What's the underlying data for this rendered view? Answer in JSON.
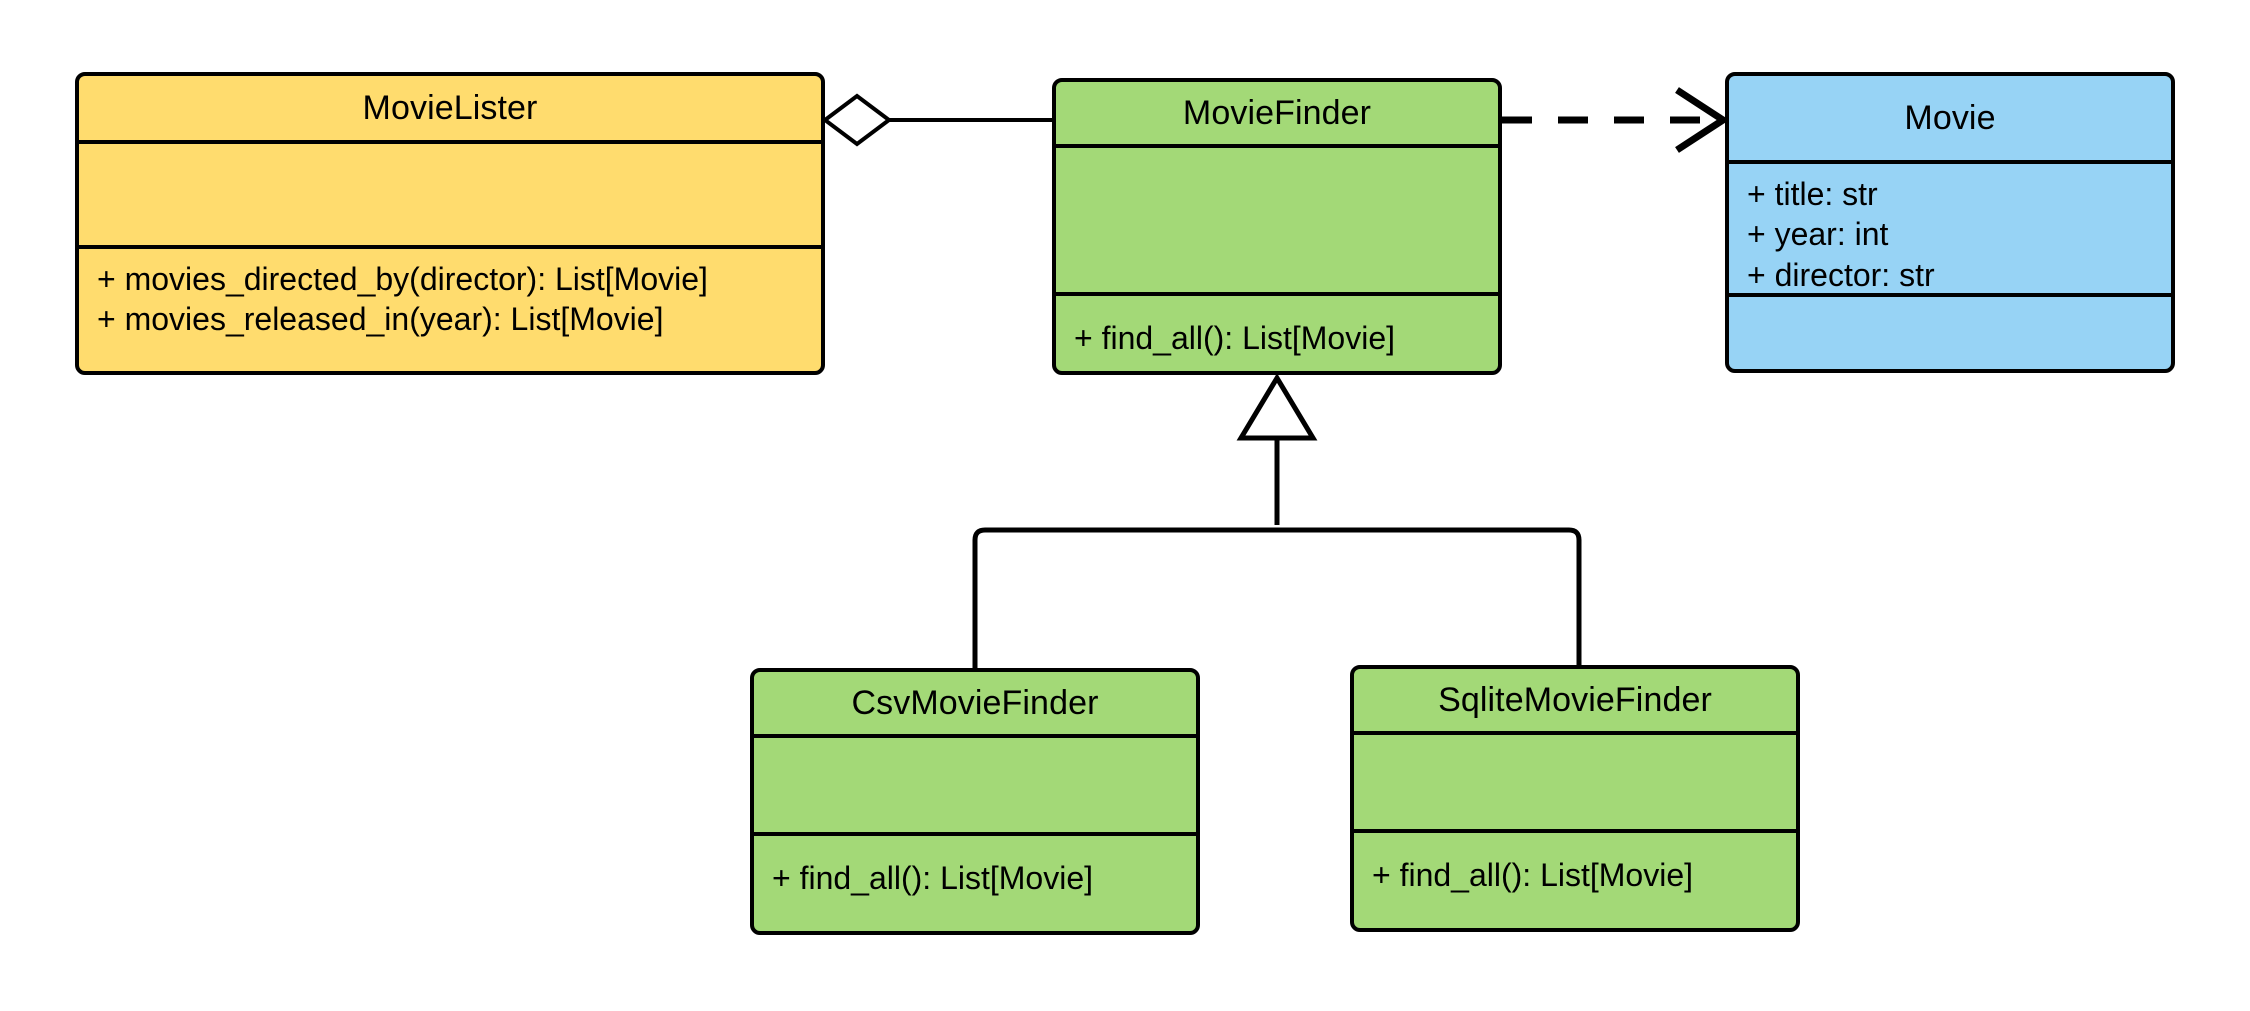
{
  "diagram": {
    "type": "uml-class-diagram",
    "title": "MovieLister dependency-injection class diagram",
    "background": "#ffffff",
    "line_color": "#000000",
    "palette": {
      "client_yellow": "#ffdc6e",
      "service_green": "#a3d977",
      "entity_blue": "#97d3f5",
      "stroke": "#000000"
    }
  },
  "classes": [
    {
      "id": "movielister",
      "name": "MovieLister",
      "fill": "#ffdc6e",
      "attributes": [],
      "operations": [
        "+ movies_directed_by(director): List[Movie]",
        "+ movies_released_in(year): List[Movie]"
      ]
    },
    {
      "id": "moviefinder",
      "name": "MovieFinder",
      "fill": "#a3d977",
      "attributes": [],
      "operations": [
        "+ find_all(): List[Movie]"
      ]
    },
    {
      "id": "movie",
      "name": "Movie",
      "fill": "#97d3f5",
      "attributes": [
        "+ title: str",
        "+ year: int",
        "+ director: str"
      ],
      "operations": []
    },
    {
      "id": "csvmoviefinder",
      "name": "CsvMovieFinder",
      "fill": "#a3d977",
      "attributes": [],
      "operations": [
        "+ find_all(): List[Movie]"
      ]
    },
    {
      "id": "sqlitemoviefinder",
      "name": "SqliteMovieFinder",
      "fill": "#a3d977",
      "attributes": [],
      "operations": [
        "+ find_all(): List[Movie]"
      ]
    }
  ],
  "relationships": [
    {
      "id": "aggregation-movielister-moviefinder",
      "kind": "aggregation",
      "source": "MovieLister",
      "target": "MovieFinder",
      "line_style": "solid",
      "source_marker": "hollow-diamond",
      "target_marker": "none"
    },
    {
      "id": "dependency-moviefinder-movie",
      "kind": "dependency",
      "source": "MovieFinder",
      "target": "Movie",
      "line_style": "dashed",
      "source_marker": "none",
      "target_marker": "open-arrow"
    },
    {
      "id": "generalization-csvmoviefinder-moviefinder",
      "kind": "generalization",
      "source": "CsvMovieFinder",
      "target": "MovieFinder",
      "line_style": "solid",
      "source_marker": "none",
      "target_marker": "hollow-triangle"
    },
    {
      "id": "generalization-sqlitemoviefinder-moviefinder",
      "kind": "generalization",
      "source": "SqliteMovieFinder",
      "target": "MovieFinder",
      "line_style": "solid",
      "source_marker": "none",
      "target_marker": "hollow-triangle"
    }
  ]
}
